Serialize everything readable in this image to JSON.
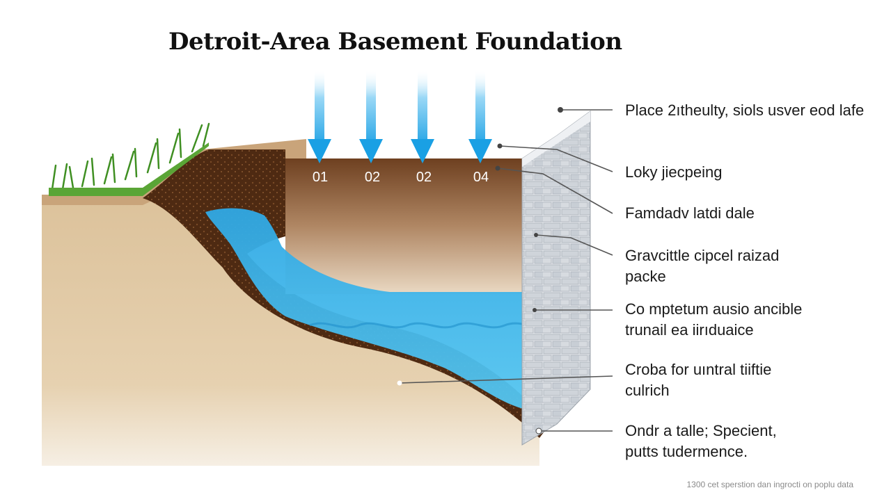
{
  "title": "Detroit-Area Basement Foundation",
  "step_numbers": [
    "01",
    "02",
    "02",
    "04"
  ],
  "callouts": [
    {
      "text": "Place 2ıtheulty, siols usver eod lafe"
    },
    {
      "text": "Loky jiecpeing"
    },
    {
      "text": "Famdadv latdi dale"
    },
    {
      "text": "Gravcittle cipcel  raizad packe"
    },
    {
      "text": "Co mptetum ausio ancible trunail ea iirıduaice"
    },
    {
      "text": "Croba for uıntral tiiftie culrich"
    },
    {
      "text": "Ondr a talle; Specient, putts tudermence."
    }
  ],
  "footnote": "1300 cet sperstion dan ingrocti on poplu data",
  "colors": {
    "water": "#3fb6ea",
    "arrow": "#2aa7e6",
    "soil_dark": "#5a3216",
    "soil_light": "#dcc39e",
    "sand": "#e3cba7",
    "grass": "#4e9b2c",
    "wall": "#d9dde2"
  }
}
